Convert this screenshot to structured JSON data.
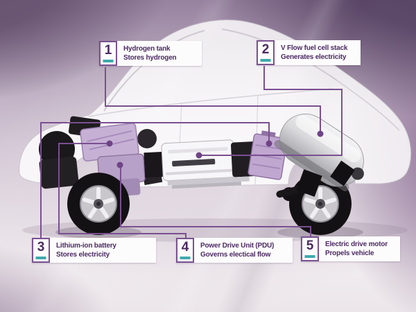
{
  "figure": {
    "subject": "Hydrogen fuel cell vehicle cutaway diagram",
    "colors": {
      "leader_line": "#7b4f91",
      "callout_border": "#7b5191",
      "callout_text": "#4b2a62",
      "number_underline_teal": "#3fa9ad",
      "highlight_component_lilac": "#c0a7d0"
    }
  },
  "callouts": [
    {
      "number": "1",
      "title": "Hydrogen tank",
      "description": "Stores hydrogen"
    },
    {
      "number": "2",
      "title": "V Flow fuel cell stack",
      "description": "Generates electricity"
    },
    {
      "number": "3",
      "title": "Lithium-ion battery",
      "description": "Stores electricity"
    },
    {
      "number": "4",
      "title": "Power Drive Unit (PDU)",
      "description": "Governs electical flow"
    },
    {
      "number": "5",
      "title": "Electric drive motor",
      "description": "Propels vehicle"
    }
  ]
}
